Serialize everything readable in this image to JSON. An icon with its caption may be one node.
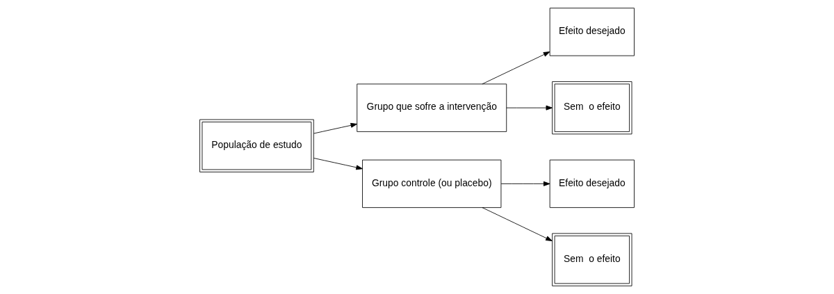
{
  "diagram": {
    "nodes": [
      {
        "text": [
          "População de estudo"
        ]
      },
      {
        "text": [
          "Grupo que sofre a intervenção"
        ]
      },
      {
        "text": [
          "Efeito desejado"
        ]
      },
      {
        "text": [
          "Sem  o efeito"
        ]
      },
      {
        "text": [
          "Grupo controle (ou placebo)"
        ]
      },
      {
        "text": [
          "Efeito desejado"
        ]
      },
      {
        "text": [
          "Sem  o efeito"
        ]
      }
    ],
    "edges": [
      {
        "from": 0,
        "to": 1,
        "arrow": "to"
      },
      {
        "from": 0,
        "to": 4,
        "arrow": "to"
      },
      {
        "from": 1,
        "to": 2,
        "arrow": "to"
      },
      {
        "from": 1,
        "to": 3,
        "arrow": "to"
      },
      {
        "from": 4,
        "to": 5,
        "arrow": "to"
      },
      {
        "from": 4,
        "to": 6,
        "arrow": "to"
      }
    ]
  }
}
